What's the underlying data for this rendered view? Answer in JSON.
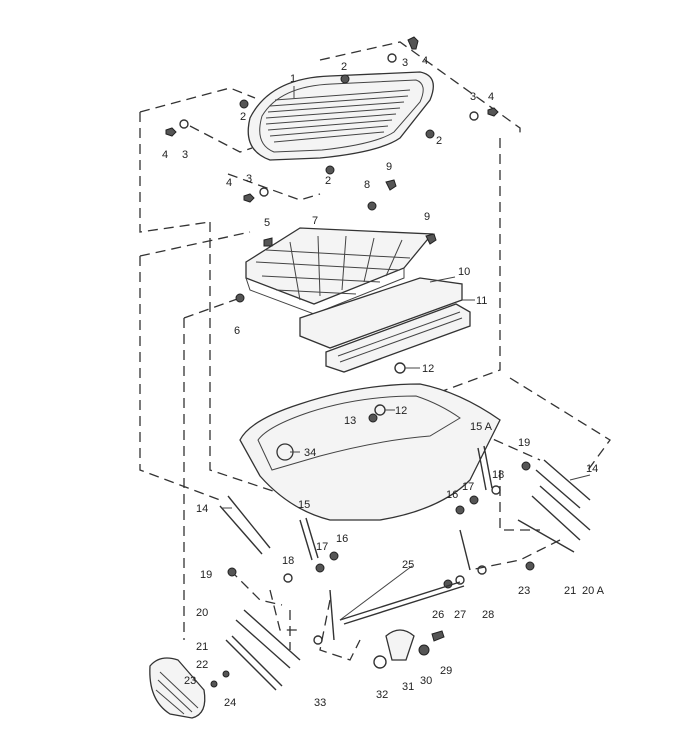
{
  "callouts": [
    {
      "id": "c1",
      "text": "1"
    },
    {
      "id": "c2a",
      "text": "2"
    },
    {
      "id": "c2b",
      "text": "2"
    },
    {
      "id": "c2c",
      "text": "2"
    },
    {
      "id": "c2d",
      "text": "2"
    },
    {
      "id": "c3a",
      "text": "3"
    },
    {
      "id": "c3b",
      "text": "3"
    },
    {
      "id": "c3c",
      "text": "3"
    },
    {
      "id": "c3d",
      "text": "3"
    },
    {
      "id": "c4a",
      "text": "4"
    },
    {
      "id": "c4b",
      "text": "4"
    },
    {
      "id": "c4c",
      "text": "4"
    },
    {
      "id": "c4d",
      "text": "4"
    },
    {
      "id": "c5",
      "text": "5"
    },
    {
      "id": "c6",
      "text": "6"
    },
    {
      "id": "c7",
      "text": "7"
    },
    {
      "id": "c8",
      "text": "8"
    },
    {
      "id": "c9a",
      "text": "9"
    },
    {
      "id": "c9b",
      "text": "9"
    },
    {
      "id": "c10",
      "text": "10"
    },
    {
      "id": "c11",
      "text": "11"
    },
    {
      "id": "c12a",
      "text": "12"
    },
    {
      "id": "c12b",
      "text": "12"
    },
    {
      "id": "c13",
      "text": "13"
    },
    {
      "id": "c14a",
      "text": "14"
    },
    {
      "id": "c14b",
      "text": "14"
    },
    {
      "id": "c15",
      "text": "15"
    },
    {
      "id": "c15a",
      "text": "15 A"
    },
    {
      "id": "c16a",
      "text": "16"
    },
    {
      "id": "c16b",
      "text": "16"
    },
    {
      "id": "c17a",
      "text": "17"
    },
    {
      "id": "c17b",
      "text": "17"
    },
    {
      "id": "c18a",
      "text": "18"
    },
    {
      "id": "c18b",
      "text": "18"
    },
    {
      "id": "c19a",
      "text": "19"
    },
    {
      "id": "c19b",
      "text": "19"
    },
    {
      "id": "c20",
      "text": "20"
    },
    {
      "id": "c20a",
      "text": "20 A"
    },
    {
      "id": "c21a",
      "text": "21"
    },
    {
      "id": "c21b",
      "text": "21"
    },
    {
      "id": "c22",
      "text": "22"
    },
    {
      "id": "c23a",
      "text": "23"
    },
    {
      "id": "c23b",
      "text": "23"
    },
    {
      "id": "c24",
      "text": "24"
    },
    {
      "id": "c25",
      "text": "25"
    },
    {
      "id": "c26",
      "text": "26"
    },
    {
      "id": "c27",
      "text": "27"
    },
    {
      "id": "c28",
      "text": "28"
    },
    {
      "id": "c29",
      "text": "29"
    },
    {
      "id": "c30",
      "text": "30"
    },
    {
      "id": "c31",
      "text": "31"
    },
    {
      "id": "c32",
      "text": "32"
    },
    {
      "id": "c33",
      "text": "33"
    },
    {
      "id": "c34",
      "text": "34"
    }
  ]
}
